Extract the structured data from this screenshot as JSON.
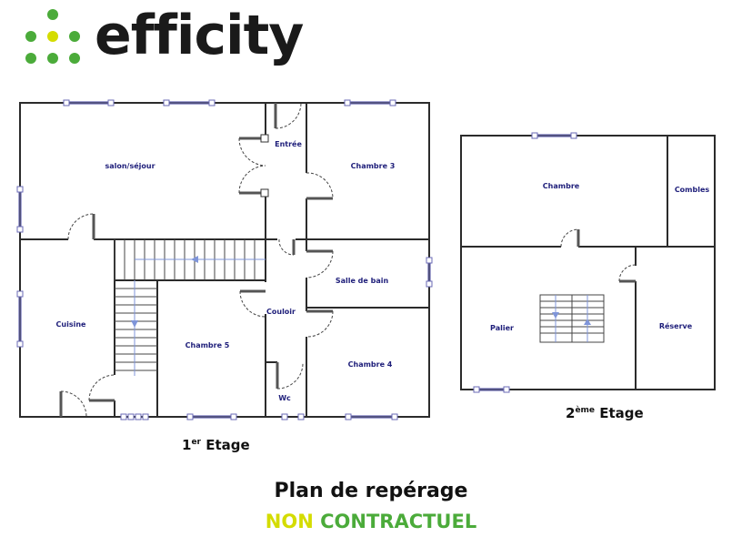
{
  "logo": {
    "text": "efficity",
    "dot_colors": {
      "green": "#4bab3a",
      "yellow": "#d4dc00"
    }
  },
  "floors": [
    {
      "label_num": "1",
      "label_sup": "er",
      "label_text": " Etage",
      "rooms": [
        "salon/séjour",
        "Entrée",
        "Chambre 3",
        "Salle de bain",
        "Couloir",
        "Cuisine",
        "Chambre 5",
        "Chambre 4",
        "Wc"
      ]
    },
    {
      "label_num": "2",
      "label_sup": "ème",
      "label_text": " Etage",
      "rooms": [
        "Chambre",
        "Combles",
        "Palier",
        "Réserve"
      ]
    }
  ],
  "footer": {
    "title": "Plan de repérage",
    "disclaimer_part1": "NON",
    "disclaimer_part2": "CONTRACTUEL",
    "colors": {
      "part1": "#d4dc00",
      "part2": "#4bab3a"
    }
  }
}
